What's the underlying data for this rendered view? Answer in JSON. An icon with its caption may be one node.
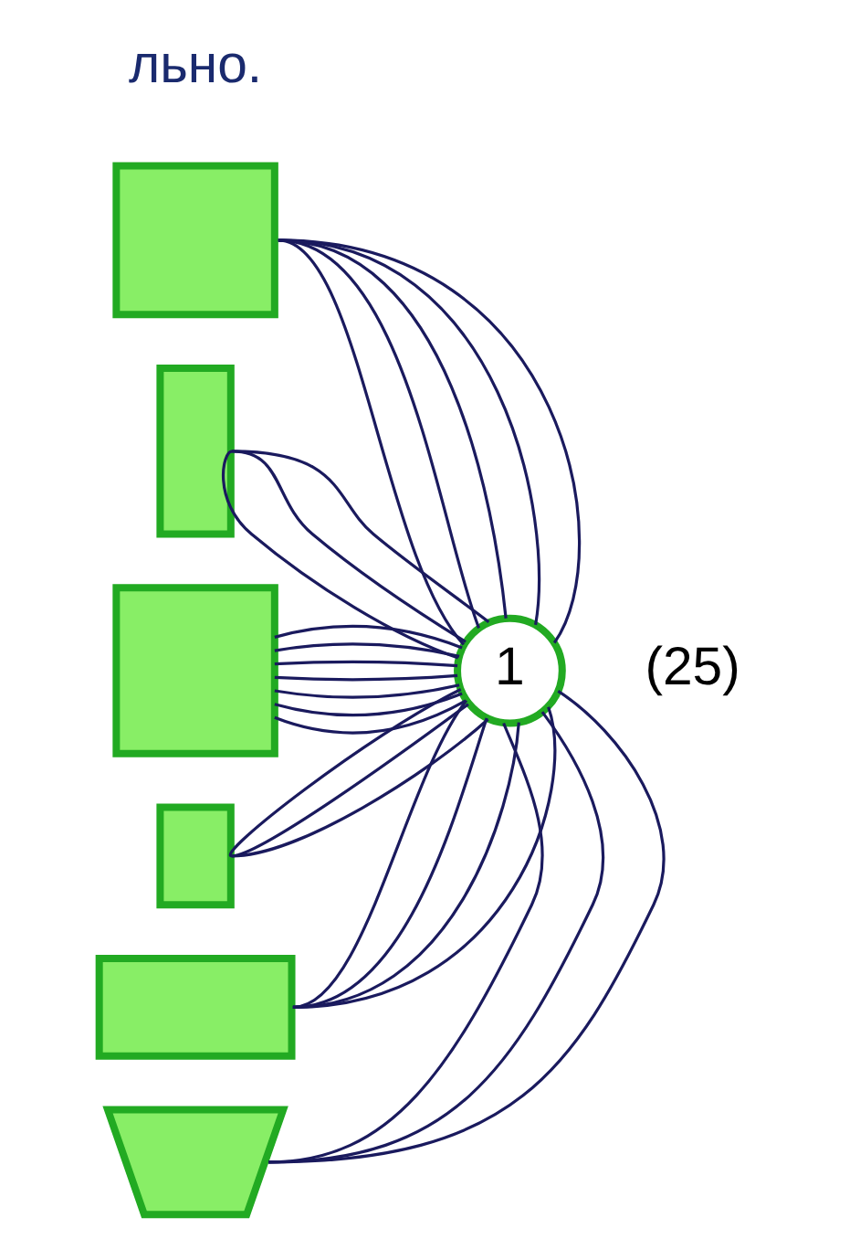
{
  "diagram": {
    "nodes": [
      {
        "text": [],
        "shape": "box"
      },
      {
        "text": [
          "1"
        ],
        "beside": [
          "(25)"
        ]
      },
      {
        "text": [],
        "shape": "bar"
      },
      {
        "text": [],
        "shape": "box"
      },
      {
        "text": [],
        "shape": "box"
      },
      {
        "text": [],
        "shape": "box"
      },
      {
        "text": [],
        "shape": "trapezoid"
      }
    ],
    "edges": [
      {
        "from": 1,
        "to": 0,
        "arrow": "none"
      },
      {
        "from": 1,
        "to": 0,
        "arrow": "none"
      },
      {
        "from": 1,
        "to": 0,
        "arrow": "none"
      },
      {
        "from": 1,
        "to": 0,
        "arrow": "none"
      },
      {
        "from": 1,
        "to": 0,
        "arrow": "none"
      },
      {
        "from": 1,
        "to": 2,
        "arrow": "none"
      },
      {
        "from": 1,
        "to": 2,
        "arrow": "none"
      },
      {
        "from": 1,
        "to": 2,
        "arrow": "none"
      },
      {
        "from": 1,
        "to": 3,
        "arrow": "none"
      },
      {
        "from": 1,
        "to": 3,
        "arrow": "none"
      },
      {
        "from": 1,
        "to": 3,
        "arrow": "none"
      },
      {
        "from": 1,
        "to": 3,
        "arrow": "none"
      },
      {
        "from": 1,
        "to": 3,
        "arrow": "none"
      },
      {
        "from": 1,
        "to": 3,
        "arrow": "none"
      },
      {
        "from": 1,
        "to": 3,
        "arrow": "none"
      },
      {
        "from": 1,
        "to": 4,
        "arrow": "none"
      },
      {
        "from": 1,
        "to": 4,
        "arrow": "none"
      },
      {
        "from": 1,
        "to": 4,
        "arrow": "none"
      },
      {
        "from": 1,
        "to": 5,
        "arrow": "none"
      },
      {
        "from": 1,
        "to": 5,
        "arrow": "none"
      },
      {
        "from": 1,
        "to": 5,
        "arrow": "none"
      },
      {
        "from": 1,
        "to": 5,
        "arrow": "none"
      },
      {
        "from": 1,
        "to": 6,
        "arrow": "none"
      },
      {
        "from": 1,
        "to": 6,
        "arrow": "none"
      },
      {
        "from": 1,
        "to": 6,
        "arrow": "none"
      }
    ],
    "labels": [
      "льно."
    ]
  }
}
